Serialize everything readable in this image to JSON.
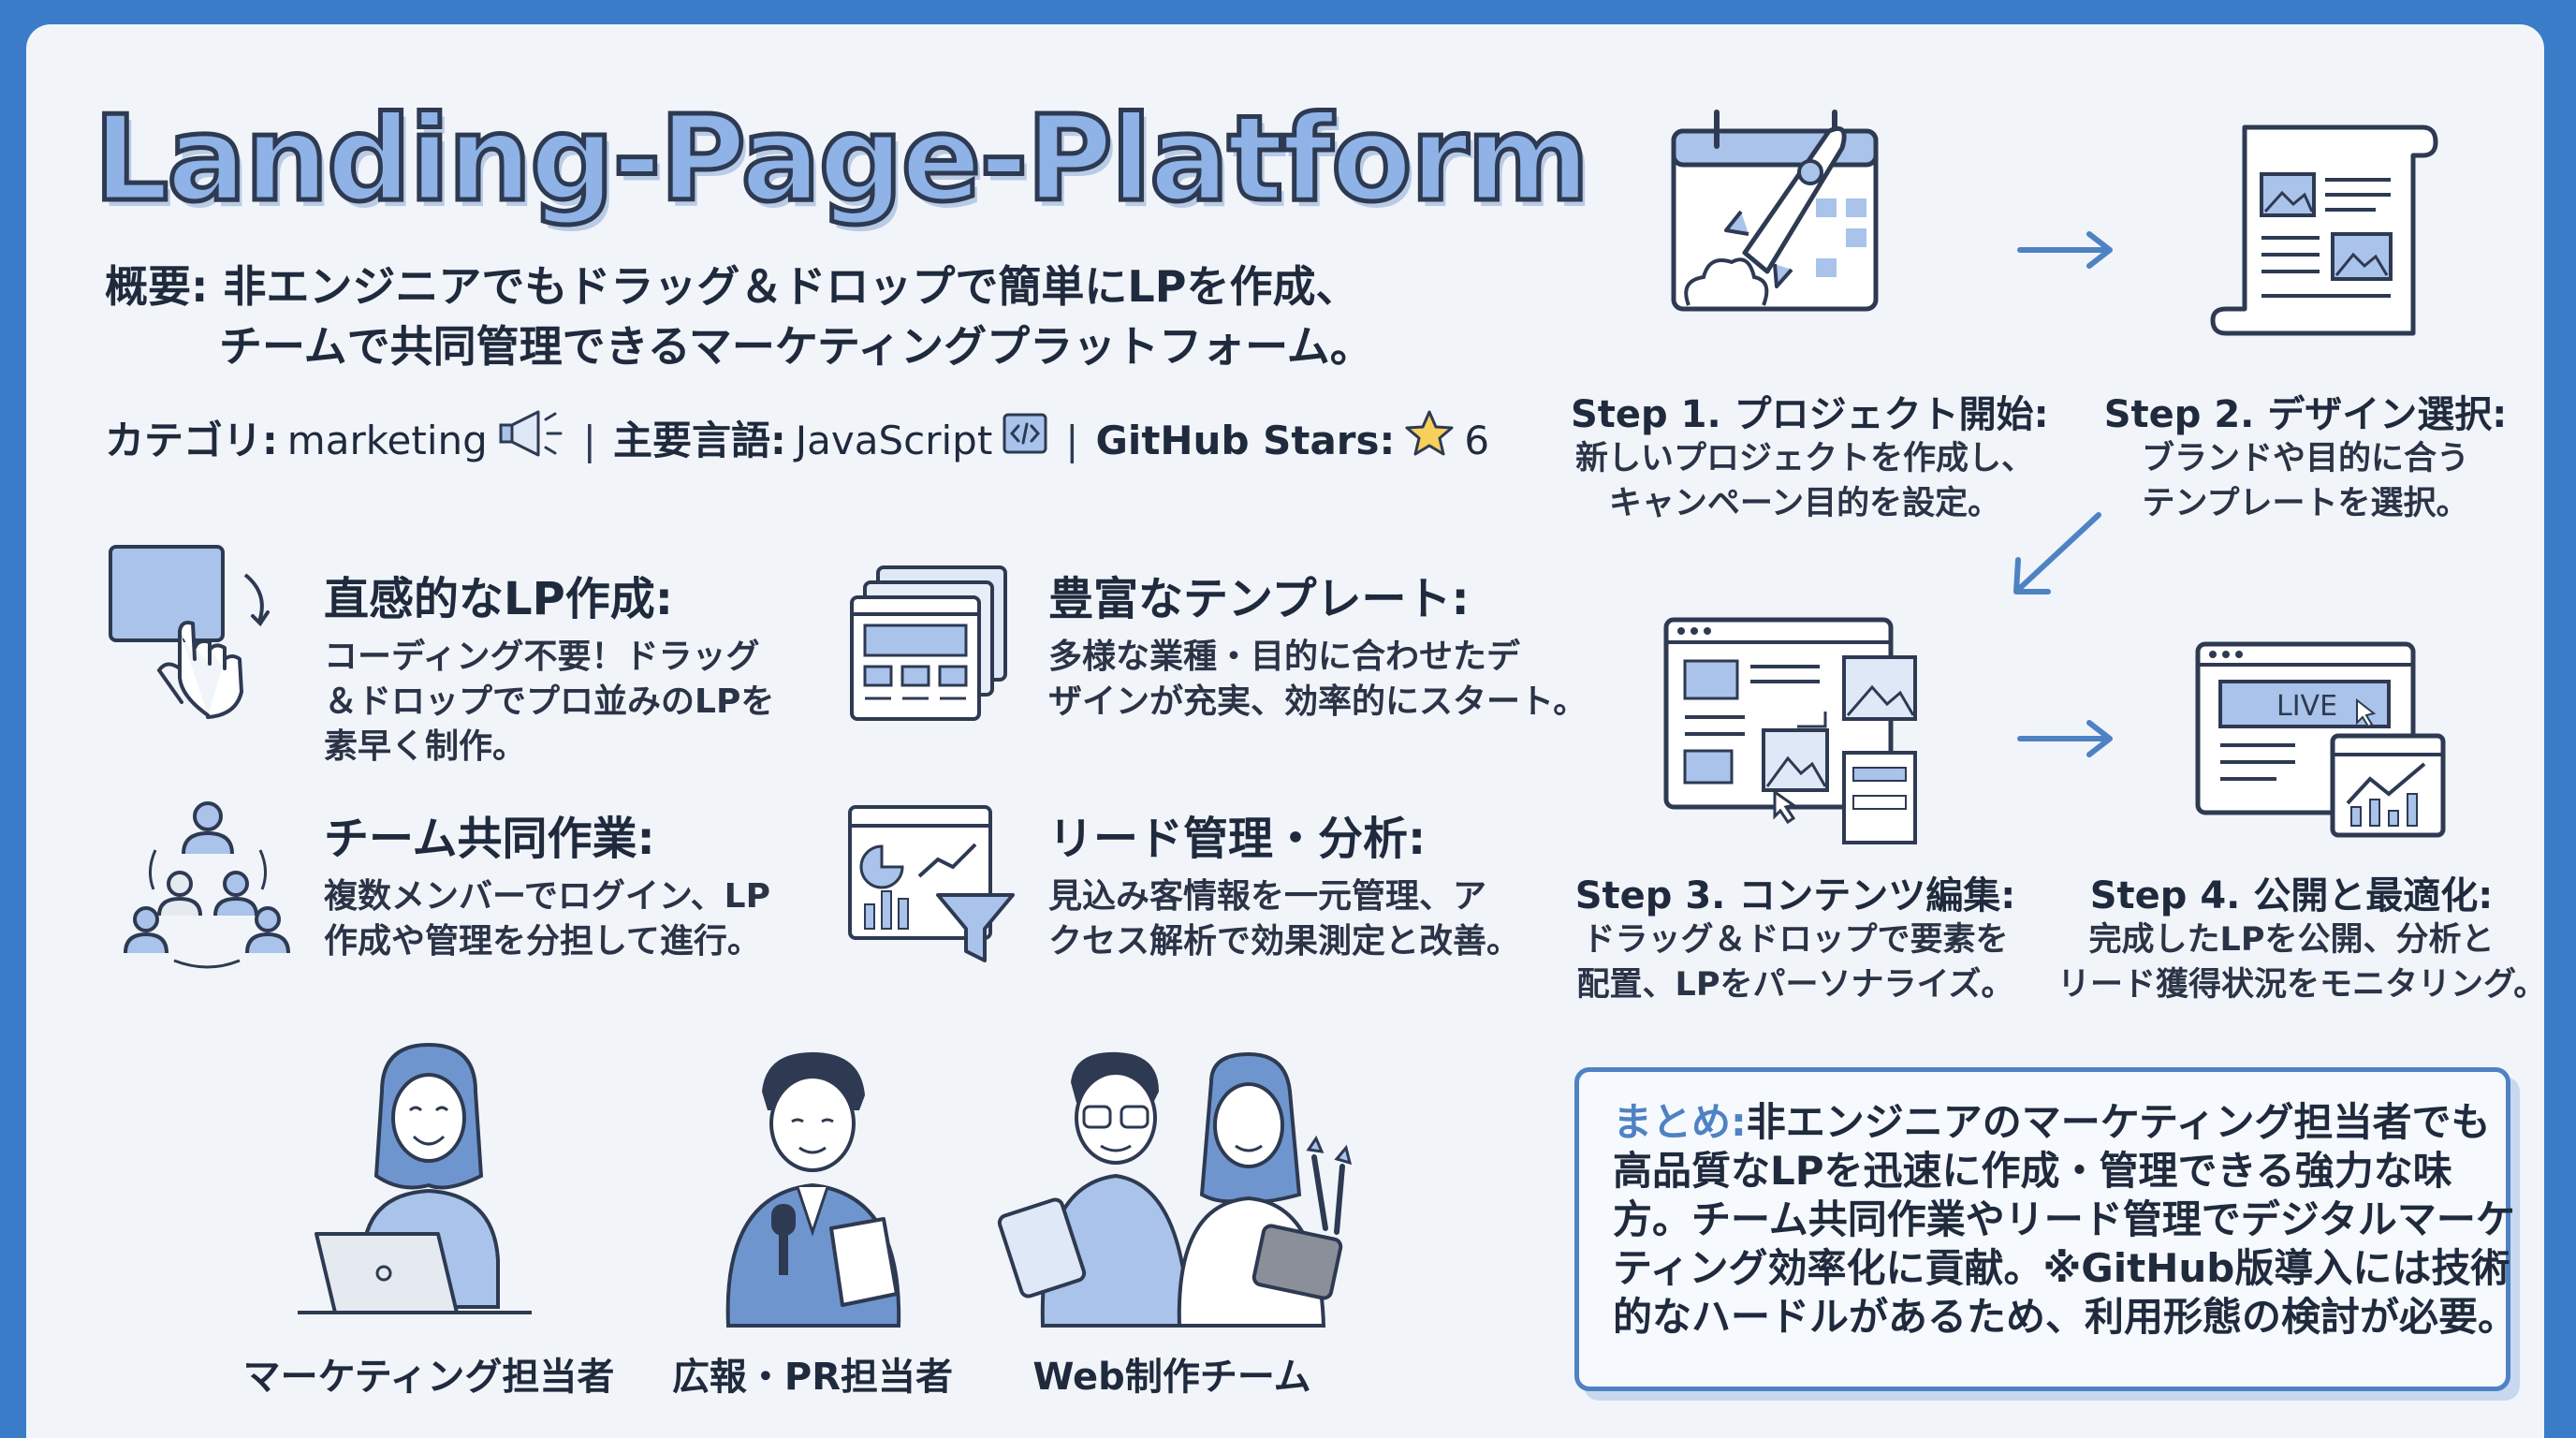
{
  "title": "Landing-Page-Platform",
  "overview": {
    "label": "概要:",
    "line1": "非エンジニアでもドラッグ＆ドロップで簡単にLPを作成、",
    "line2": "チームで共同管理できるマーケティングプラットフォーム。"
  },
  "meta": {
    "category_label": "カテゴリ:",
    "category_value": "marketing",
    "language_label": "主要言語:",
    "language_value": "JavaScript",
    "stars_label": "GitHub Stars:",
    "stars_value": "6"
  },
  "features": [
    {
      "title": "直感的なLP作成:",
      "lines": [
        "コーディング不要！ドラッグ",
        "＆ドロップでプロ並みのLPを",
        "素早く制作。"
      ],
      "icon": "drag-drop-icon"
    },
    {
      "title": "豊富なテンプレート:",
      "lines": [
        "多様な業種・目的に合わせたデ",
        "ザインが充実、効率的にスタート。"
      ],
      "icon": "templates-icon"
    },
    {
      "title": "チーム共同作業:",
      "lines": [
        "複数メンバーでログイン、LP",
        "作成や管理を分担して進行。"
      ],
      "icon": "team-icon"
    },
    {
      "title": "リード管理・分析:",
      "lines": [
        "見込み客情報を一元管理、ア",
        "クセス解析で効果測定と改善。"
      ],
      "icon": "analytics-icon"
    }
  ],
  "steps": [
    {
      "title": "Step 1. プロジェクト開始:",
      "lines": [
        "新しいプロジェクトを作成し、",
        "キャンペーン目的を設定。"
      ],
      "icon": "rocket-calendar-icon"
    },
    {
      "title": "Step 2. デザイン選択:",
      "lines": [
        "ブランドや目的に合う",
        "テンプレートを選択。"
      ],
      "icon": "document-template-icon"
    },
    {
      "title": "Step 3. コンテンツ編集:",
      "lines": [
        "ドラッグ＆ドロップで要素を",
        "配置、LPをパーソナライズ。"
      ],
      "icon": "editor-icon"
    },
    {
      "title": "Step 4. 公開と最適化:",
      "lines": [
        "完成したLPを公開、分析と",
        "リード獲得状況をモニタリング。"
      ],
      "icon": "live-dashboard-icon",
      "badge": "LIVE"
    }
  ],
  "personas": [
    {
      "label": "マーケティング担当者"
    },
    {
      "label": "広報・PR担当者"
    },
    {
      "label": "Web制作チーム"
    }
  ],
  "summary": {
    "label": "まとめ:",
    "line1": "非エンジニアのマーケティング担当者でも",
    "line2": "高品質なLPを迅速に作成・管理できる強力な味",
    "line3": "方。チーム共同作業やリード管理でデジタルマーケ",
    "line4": "ティング効率化に貢献。※GitHub版導入には技術",
    "line5": "的なハードルがあるため、利用形態の検討が必要。"
  },
  "colors": {
    "border": "#3a7cc8",
    "accent": "#4f82c3",
    "ink": "#2e3a52",
    "fill": "#a9c3ea"
  }
}
